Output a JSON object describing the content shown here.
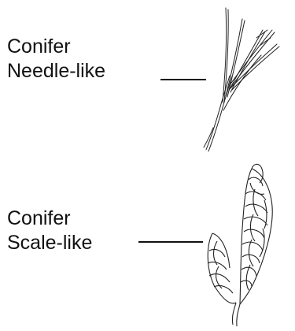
{
  "diagram": {
    "items": [
      {
        "lines": [
          "Conifer",
          "Needle-like"
        ]
      },
      {
        "lines": [
          "Conifer",
          "Scale-like"
        ]
      }
    ],
    "colors": {
      "text": "#111111",
      "stroke": "#222222",
      "background": "#ffffff"
    }
  }
}
